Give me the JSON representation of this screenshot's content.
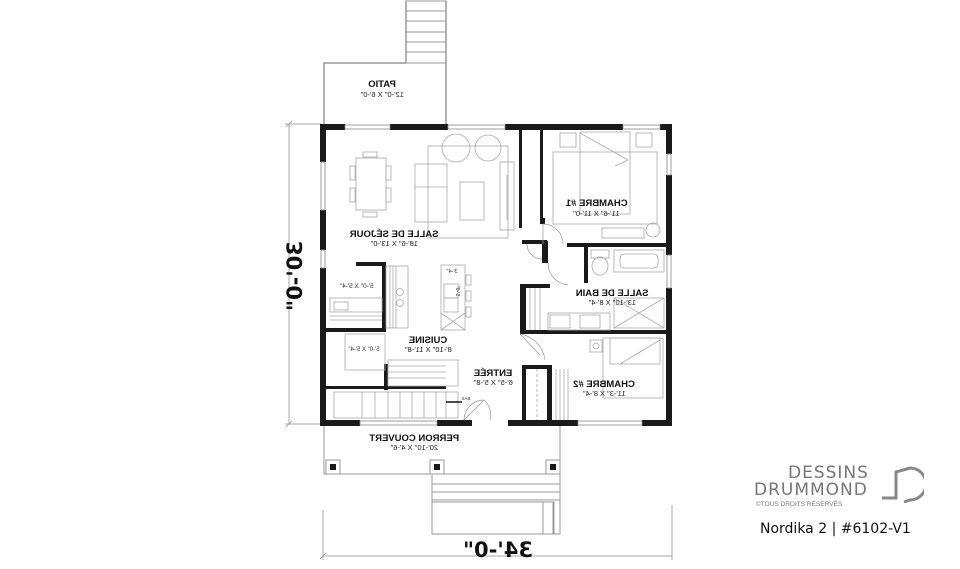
{
  "plan": {
    "orientation": "mirrored-horizontally",
    "overall_width": "34'-0\"",
    "overall_depth": "30'-0\"",
    "wall_color": "#1a1a1a",
    "line_color": "#9a9a9a",
    "rooms": [
      {
        "id": "patio",
        "name": "PATIO",
        "size": "12'-0\" X 6'-0\""
      },
      {
        "id": "salle-de-sejour",
        "name": "SALLE DE SÉJOUR",
        "size": "18'-6\" X 13'-0\""
      },
      {
        "id": "chambre-1",
        "name": "CHAMBRE #1",
        "size": "11'-6\" X 11'-0\""
      },
      {
        "id": "salle-de-bain",
        "name": "SALLE DE BAIN",
        "size": "13'-10\" X 8'-4\""
      },
      {
        "id": "cuisine",
        "name": "CUISINE",
        "size": "8'-10\" X 11'-8\""
      },
      {
        "id": "entree",
        "name": "ENTRÉE",
        "size": "6'-5\" X 5'-8\""
      },
      {
        "id": "chambre-2",
        "name": "CHAMBRE #2",
        "size": "11'-3\" X 8'-4\""
      },
      {
        "id": "perron-couvert",
        "name": "PERRON COUVERT",
        "size": "20'-10\" X 4'-6\""
      }
    ],
    "annotations": {
      "pantry_upper": "5'-0\" X 5'-4\"",
      "pantry_lower": "5'-0\" X 5'-4\"",
      "island_width": "3'-4\"",
      "island_length": "5'-9\"",
      "stair_label": "BAS"
    }
  },
  "logo": {
    "line1": "DESSINS",
    "line2": "DRUMMOND",
    "copyright": "©TOUS DROITS RÉSERVÉS",
    "model": "Nordika 2 | #6102-V1"
  }
}
